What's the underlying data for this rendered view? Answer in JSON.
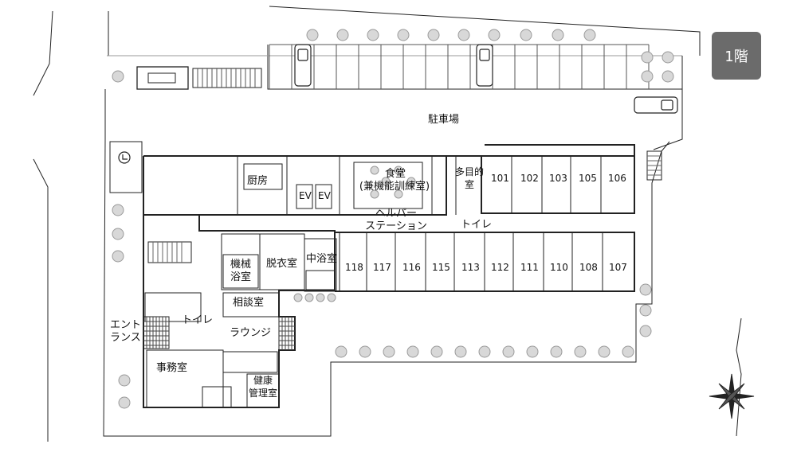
{
  "floor_badge": "1階",
  "labels": {
    "parking": "駐車場",
    "kitchen": "厨房",
    "dining_line1": "食堂",
    "dining_line2": "(兼機能訓練室)",
    "ev1": "EV",
    "ev2": "EV",
    "multipurpose_line1": "多目的",
    "multipurpose_line2": "室",
    "helper_line1": "ヘルパー",
    "helper_line2": "ステーション",
    "toilet_main": "トイレ",
    "toilet_office": "トイレ",
    "mech_bath_line1": "機械",
    "mech_bath_line2": "浴室",
    "dressing": "脱衣室",
    "mid_bath": "中浴室",
    "consult": "相談室",
    "lounge": "ラウンジ",
    "entrance_line1": "エント",
    "entrance_line2": "ランス",
    "office": "事務室",
    "health_line1": "健康",
    "health_line2": "管理室"
  },
  "rooms_north": [
    "101",
    "102",
    "103",
    "105",
    "106"
  ],
  "rooms_south": [
    "118",
    "117",
    "116",
    "115",
    "113",
    "112",
    "111",
    "110",
    "108",
    "107"
  ],
  "icons": [
    "accessible-parking-icon",
    "compass-icon",
    "tree-icon",
    "car-icon"
  ]
}
